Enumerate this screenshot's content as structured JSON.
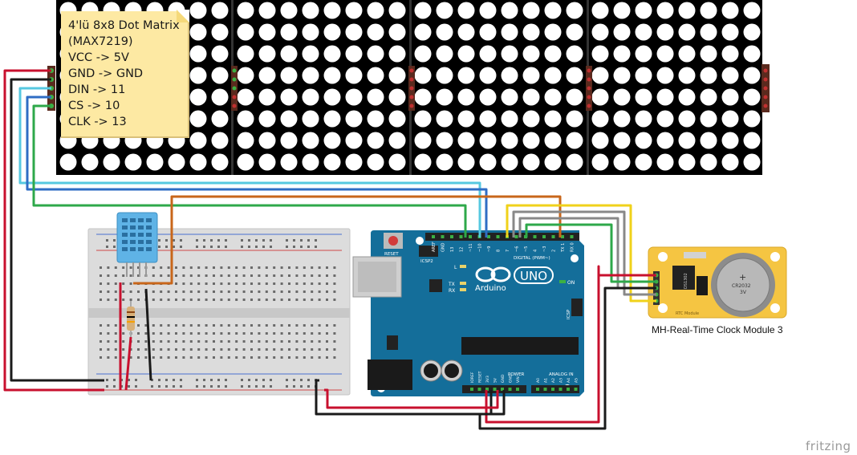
{
  "note": {
    "lines": [
      "4'lü 8x8 Dot Matrix",
      "(MAX7219)",
      "VCC -> 5V",
      "GND -> GND",
      "DIN -> 11",
      "CS -> 10",
      "CLK -> 13"
    ]
  },
  "arduino": {
    "brand": "Arduino",
    "model": "UNO",
    "reset_label": "RESET",
    "icsp2_label": "ICSP2",
    "icsp_label": "ICSP",
    "digital_label": "DIGITAL (PWM~)",
    "power_label": "POWER",
    "analog_label": "ANALOG IN",
    "on_label": "ON",
    "led_labels": [
      "L",
      "TX",
      "RX"
    ],
    "header_pins": [
      "AREF",
      "GND",
      "13",
      "12",
      "~11",
      "~10",
      "~9",
      "8",
      "7",
      "~6",
      "~5",
      "4",
      "~3",
      "2",
      "TX 1",
      "RX 0"
    ],
    "power_pins": [
      "IOREF",
      "RESET",
      "3V3",
      "5V",
      "GND",
      "GND",
      "VIN"
    ],
    "analog_pins": [
      "A0",
      "A1",
      "A2",
      "A3",
      "A4",
      "A5"
    ]
  },
  "rtc": {
    "caption": "MH-Real-Time Clock Module 3",
    "battery_label": "CR2032",
    "battery_voltage": "3V",
    "board_label": "RTC Module",
    "chip_label": "DS1302",
    "plus": "+"
  },
  "footer": {
    "brand": "fritzing"
  },
  "colors": {
    "matrix": "#000000",
    "dot": "#ffffff",
    "wire_red": "#c8102e",
    "wire_black": "#1a1a1a",
    "wire_cyan": "#56c8e0",
    "wire_blue": "#2f6dc4",
    "wire_green": "#2ea84a",
    "wire_orange": "#c8661a",
    "wire_yellow": "#f0d21a",
    "wire_gray": "#888888",
    "arduino": "#146e9a",
    "rtc": "#f5c542",
    "note": "#fde9a3"
  }
}
